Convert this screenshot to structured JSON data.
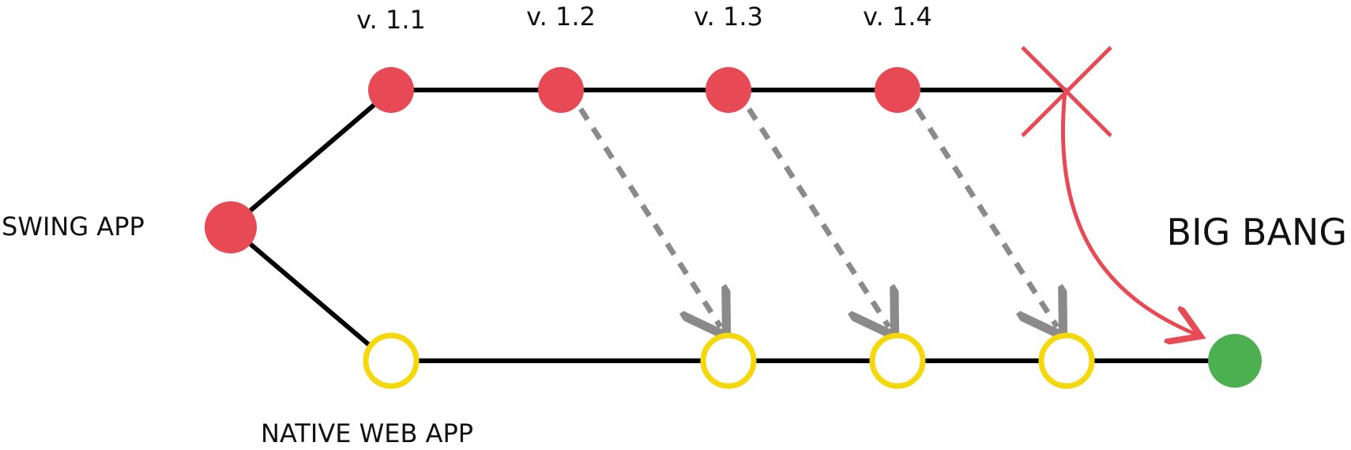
{
  "diagram": {
    "source_node_label": "SWING APP",
    "target_branch_label": "NATIVE WEB APP",
    "versions": [
      "v. 1.1",
      "v. 1.2",
      "v. 1.3",
      "v. 1.4"
    ],
    "bigbang_label": "BIG BANG",
    "colors": {
      "legacy_node": "#e84a55",
      "web_node_outline": "#f5d80c",
      "final_node": "#4caf50",
      "branch_line": "#000000",
      "migration_arrow": "#8a8a8a",
      "bigbang_arrow": "#e84a55",
      "cancel_mark": "#e84a55"
    }
  }
}
